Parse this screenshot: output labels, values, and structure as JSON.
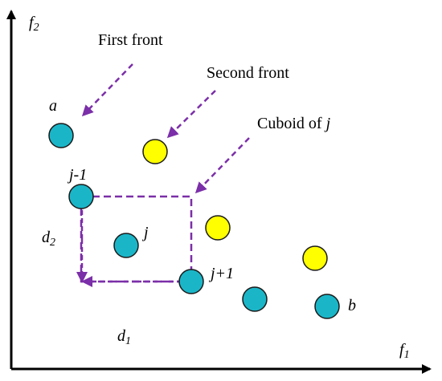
{
  "axes": {
    "x_label": "f",
    "x_sub": "1",
    "y_label": "f",
    "y_sub": "2"
  },
  "annotations": {
    "first_front": "First front",
    "second_front": "Second front",
    "cuboid_prefix": "Cuboid of ",
    "cuboid_var": "j"
  },
  "points": {
    "a": "a",
    "j_minus": "j-1",
    "j": "j",
    "j_plus": "j+1",
    "b": "b"
  },
  "distances": {
    "d2_main": "d",
    "d2_sub": "2",
    "d1_main": "d",
    "d1_sub": "1"
  },
  "colors": {
    "first_front": "#1ab6c8",
    "second_front": "#ffff00",
    "arrow": "#7b2fa8",
    "axis": "#000000",
    "outline": "#1a1a1a"
  }
}
